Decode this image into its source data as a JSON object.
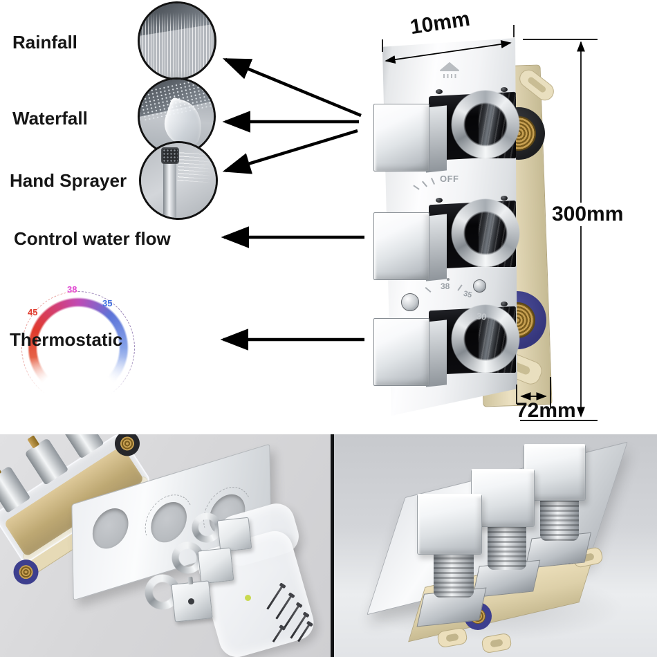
{
  "features": [
    {
      "label": "Rainfall"
    },
    {
      "label": "Waterfall"
    },
    {
      "label": "Hand Sprayer"
    },
    {
      "label": "Control water flow"
    },
    {
      "label": "Thermostatic"
    }
  ],
  "dimensions": {
    "top_width": "10mm",
    "height": "300mm",
    "bottom_depth": "72mm"
  },
  "valve_markings": {
    "off": "OFF",
    "temp_38": "38",
    "temp_35": "35",
    "temp_30": "30"
  },
  "thermo_dial": {
    "hot": "45",
    "mix": "38",
    "cold": "35",
    "hot_color": "#e03a2c",
    "mix_color": "#e04ad2",
    "cold_color": "#3f6fe0"
  },
  "icons": {
    "shower_icon": "shower-head-with-drops",
    "arrow": "black-solid-arrow"
  },
  "colors": {
    "background_top": "#ffffff",
    "annotation": "#000000",
    "label_text": "#161616",
    "chrome_light": "#f4f6f7",
    "chrome_dark": "#9aa0a5",
    "brass": "#b68c3a",
    "seal_blue": "#3d3f8e",
    "seal_black": "#232427",
    "plastic_beige": "#e7ddbd",
    "photo_bg_left": "#d6d6d9",
    "photo_bg_right": "#cbccd0",
    "divider": "#111214"
  }
}
